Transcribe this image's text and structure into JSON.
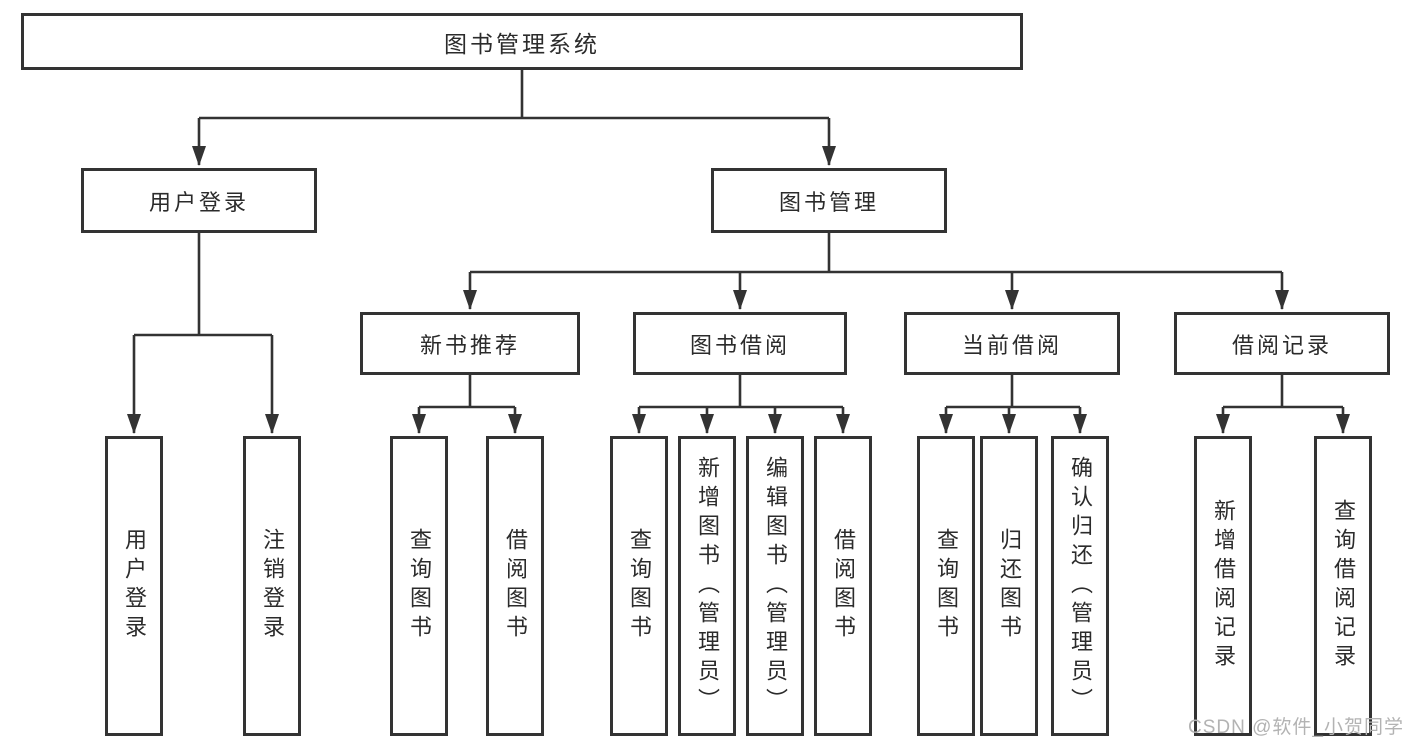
{
  "diagram_title": "图书管理系统",
  "tree": {
    "label": "图书管理系统",
    "children": [
      {
        "label": "用户登录",
        "children": [
          {
            "label": "用户登录"
          },
          {
            "label": "注销登录"
          }
        ]
      },
      {
        "label": "图书管理",
        "children": [
          {
            "label": "新书推荐",
            "children": [
              {
                "label": "查询图书"
              },
              {
                "label": "借阅图书"
              }
            ]
          },
          {
            "label": "图书借阅",
            "children": [
              {
                "label": "查询图书"
              },
              {
                "label": "新增图书（管理员）"
              },
              {
                "label": "编辑图书（管理员）"
              },
              {
                "label": "借阅图书"
              }
            ]
          },
          {
            "label": "当前借阅",
            "children": [
              {
                "label": "查询图书"
              },
              {
                "label": "归还图书"
              },
              {
                "label": "确认归还（管理员）"
              }
            ]
          },
          {
            "label": "借阅记录",
            "children": [
              {
                "label": "新增借阅记录"
              },
              {
                "label": "查询借阅记录"
              }
            ]
          }
        ]
      }
    ]
  },
  "watermark": {
    "text": "CSDN @软件_小贺同学"
  },
  "colors": {
    "line": "#333333",
    "text": "#2b2b2b",
    "watermark": "#b3b3b3",
    "background": "#ffffff"
  }
}
